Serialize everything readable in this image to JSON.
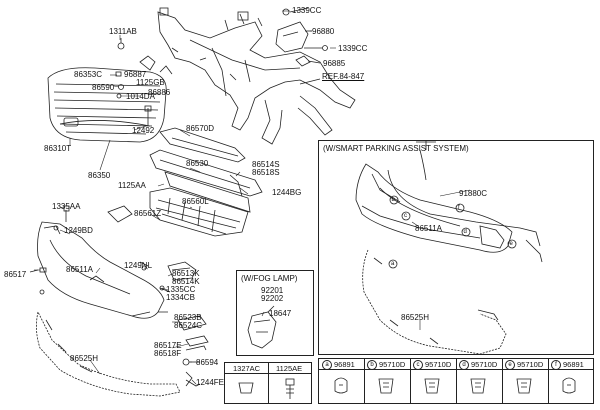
{
  "parts": {
    "p1339CC_a": "1339CC",
    "p96880": "96880",
    "p1339CC_b": "1339CC",
    "p96885": "96885",
    "ref": "REF.84-847",
    "p1311AB": "1311AB",
    "p86353C": "86353C",
    "p96887": "96887",
    "p1125GB": "1125GB",
    "p86590": "86590",
    "p86886": "86886",
    "p1014DA": "1014DA",
    "p12492": "12492",
    "p86310T": "86310T",
    "p86350": "86350",
    "p86570D": "86570D",
    "p86530": "86530",
    "p86514S": "86514S",
    "p86518S": "86518S",
    "p1125AA": "1125AA",
    "p1244BG": "1244BG",
    "p86560L": "86560L",
    "p1335AA": "1335AA",
    "p86561Z": "86561Z",
    "p1249BD": "1249BD",
    "p86511A_l": "86511A",
    "p86517": "86517",
    "p1249NL": "1249NL",
    "p86513K": "86513K",
    "p86514K": "86514K",
    "p1335CC": "1335CC",
    "p1334CB": "1334CB",
    "p86523B": "86523B",
    "p86524C": "86524C",
    "p86517E": "86517E",
    "p86518F": "86518F",
    "p86525H_l": "86525H",
    "p86594": "86594",
    "p1244FE": "1244FE",
    "p92201": "92201",
    "p92202": "92202",
    "p18647": "18647",
    "p91880C": "91880C",
    "p86511A_r": "86511A",
    "p86525H_r": "86525H"
  },
  "boxes": {
    "smart_title": "(W/SMART PARKING ASSIST SYSTEM)",
    "fog_title": "(W/FOG LAMP)"
  },
  "callouts": [
    "a",
    "b",
    "c",
    "d",
    "e",
    "f"
  ],
  "bottom_left": [
    {
      "code": "1327AC"
    },
    {
      "code": "1125AE"
    }
  ],
  "bottom_right": [
    {
      "letter": "a",
      "code": "96891"
    },
    {
      "letter": "b",
      "code": "95710D"
    },
    {
      "letter": "c",
      "code": "95710D"
    },
    {
      "letter": "d",
      "code": "95710D"
    },
    {
      "letter": "e",
      "code": "95710D"
    },
    {
      "letter": "f",
      "code": "96891"
    }
  ]
}
